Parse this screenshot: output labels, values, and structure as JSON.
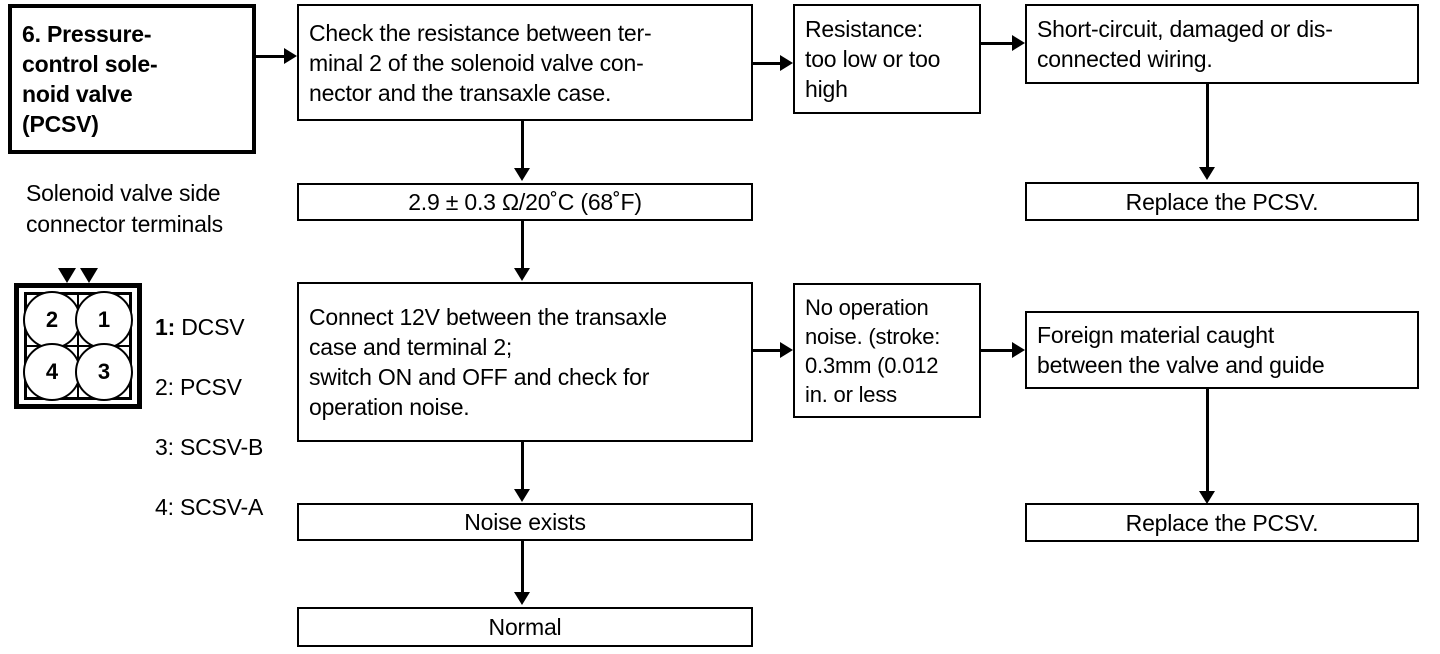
{
  "title_box": {
    "label": "6. Pressure-\ncontrol sole-\nnoid valve\n(PCSV)"
  },
  "connector": {
    "caption": "Solenoid valve side\nconnector terminals",
    "pins": [
      {
        "position": "top-left",
        "number": "2"
      },
      {
        "position": "top-right",
        "number": "1"
      },
      {
        "position": "bottom-left",
        "number": "4"
      },
      {
        "position": "bottom-right",
        "number": "3"
      }
    ],
    "legend": [
      {
        "num": "1:",
        "name": " DCSV"
      },
      {
        "num": "2:",
        "name": " PCSV"
      },
      {
        "num": "3:",
        "name": " SCSV-B"
      },
      {
        "num": "4:",
        "name": " SCSV-A"
      }
    ]
  },
  "flow": {
    "check_resistance": "Check the resistance between ter-\nminal 2 of the solenoid valve con-\nnector and the transaxle case.",
    "resistance_fault": "Resistance:\ntoo low or too\nhigh",
    "wiring_fault": "Short-circuit, damaged or dis-\nconnected wiring.",
    "replace_pcsv_top": "Replace the PCSV.",
    "resistance_spec": "2.9 ± 0.3 Ω/20˚C (68˚F)",
    "connect_12v": "Connect 12V between the transaxle\ncase and terminal 2;\nswitch ON and OFF and check for\noperation noise.",
    "no_noise": "No operation\nnoise. (stroke:\n0.3mm (0.012\nin. or less",
    "foreign_material": "Foreign material caught\nbetween the valve and guide",
    "replace_pcsv_bottom": "Replace the PCSV.",
    "noise_exists": "Noise exists",
    "normal": "Normal"
  },
  "colors": {
    "stroke": "#000000",
    "background": "#ffffff"
  }
}
